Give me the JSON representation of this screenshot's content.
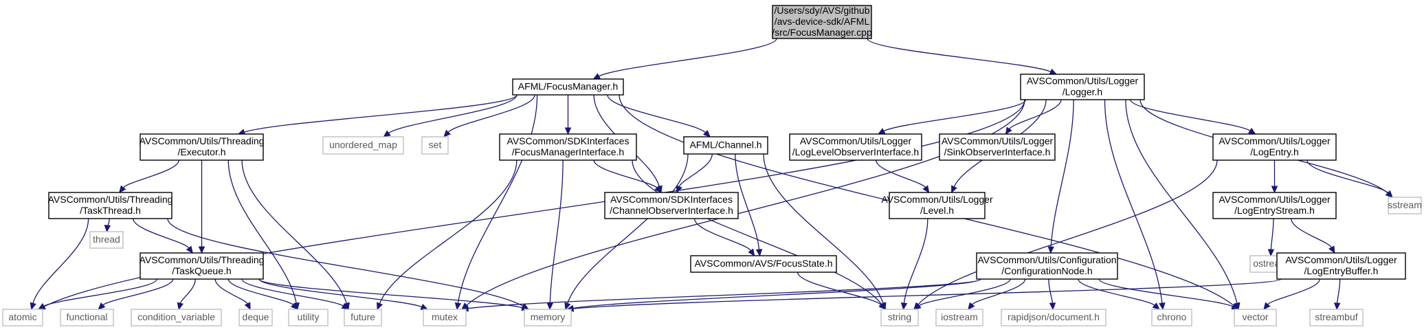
{
  "graph": {
    "colors": {
      "edge": "#191970",
      "node_border": "#000000",
      "external_border": "#bfbfbf",
      "root_fill": "#bfbfbf",
      "background": "#ffffff"
    },
    "nodes": [
      {
        "id": "root",
        "kind": "root",
        "lines": [
          "/Users/sdy/AVS/github",
          "/avs-device-sdk/AFML",
          "/src/FocusManager.cpp"
        ]
      },
      {
        "id": "focusmanager_h",
        "kind": "main",
        "lines": [
          "AFML/FocusManager.h"
        ]
      },
      {
        "id": "logger_h",
        "kind": "main",
        "lines": [
          "AVSCommon/Utils/Logger",
          "/Logger.h"
        ]
      },
      {
        "id": "executor_h",
        "kind": "main",
        "lines": [
          "AVSCommon/Utils/Threading",
          "/Executor.h"
        ]
      },
      {
        "id": "unordered_map",
        "kind": "ext",
        "lines": [
          "unordered_map"
        ]
      },
      {
        "id": "set",
        "kind": "ext",
        "lines": [
          "set"
        ]
      },
      {
        "id": "fmi_h",
        "kind": "main",
        "lines": [
          "AVSCommon/SDKInterfaces",
          "/FocusManagerInterface.h"
        ]
      },
      {
        "id": "channel_h",
        "kind": "main",
        "lines": [
          "AFML/Channel.h"
        ]
      },
      {
        "id": "llo_h",
        "kind": "main",
        "lines": [
          "AVSCommon/Utils/Logger",
          "/LogLevelObserverInterface.h"
        ]
      },
      {
        "id": "soi_h",
        "kind": "main",
        "lines": [
          "AVSCommon/Utils/Logger",
          "/SinkObserverInterface.h"
        ]
      },
      {
        "id": "logentry_h",
        "kind": "main",
        "lines": [
          "AVSCommon/Utils/Logger",
          "/LogEntry.h"
        ]
      },
      {
        "id": "tasktread_h",
        "kind": "main",
        "lines": [
          "AVSCommon/Utils/Threading",
          "/TaskThread.h"
        ]
      },
      {
        "id": "coi_h",
        "kind": "main",
        "lines": [
          "AVSCommon/SDKInterfaces",
          "/ChannelObserverInterface.h"
        ]
      },
      {
        "id": "level_h",
        "kind": "main",
        "lines": [
          "AVSCommon/Utils/Logger",
          "/Level.h"
        ]
      },
      {
        "id": "les_h",
        "kind": "main",
        "lines": [
          "AVSCommon/Utils/Logger",
          "/LogEntryStream.h"
        ]
      },
      {
        "id": "sstream",
        "kind": "ext",
        "lines": [
          "sstream"
        ]
      },
      {
        "id": "thread",
        "kind": "ext",
        "lines": [
          "thread"
        ]
      },
      {
        "id": "taskqueue_h",
        "kind": "main",
        "lines": [
          "AVSCommon/Utils/Threading",
          "/TaskQueue.h"
        ]
      },
      {
        "id": "focusstate_h",
        "kind": "main",
        "lines": [
          "AVSCommon/AVS/FocusState.h"
        ]
      },
      {
        "id": "confignode_h",
        "kind": "main",
        "lines": [
          "AVSCommon/Utils/Configuration",
          "/ConfigurationNode.h"
        ]
      },
      {
        "id": "ostream",
        "kind": "ext",
        "lines": [
          "ostream"
        ]
      },
      {
        "id": "leb_h",
        "kind": "main",
        "lines": [
          "AVSCommon/Utils/Logger",
          "/LogEntryBuffer.h"
        ]
      },
      {
        "id": "atomic",
        "kind": "ext",
        "lines": [
          "atomic"
        ]
      },
      {
        "id": "functional",
        "kind": "ext",
        "lines": [
          "functional"
        ]
      },
      {
        "id": "condition_variable",
        "kind": "ext",
        "lines": [
          "condition_variable"
        ]
      },
      {
        "id": "deque",
        "kind": "ext",
        "lines": [
          "deque"
        ]
      },
      {
        "id": "utility",
        "kind": "ext",
        "lines": [
          "utility"
        ]
      },
      {
        "id": "future",
        "kind": "ext",
        "lines": [
          "future"
        ]
      },
      {
        "id": "mutex",
        "kind": "ext",
        "lines": [
          "mutex"
        ]
      },
      {
        "id": "memory",
        "kind": "ext",
        "lines": [
          "memory"
        ]
      },
      {
        "id": "string",
        "kind": "ext",
        "lines": [
          "string"
        ]
      },
      {
        "id": "iostream",
        "kind": "ext",
        "lines": [
          "iostream"
        ]
      },
      {
        "id": "rapidjson",
        "kind": "ext",
        "lines": [
          "rapidjson/document.h"
        ]
      },
      {
        "id": "chrono",
        "kind": "ext",
        "lines": [
          "chrono"
        ]
      },
      {
        "id": "vector",
        "kind": "ext",
        "lines": [
          "vector"
        ]
      },
      {
        "id": "streambuf",
        "kind": "ext",
        "lines": [
          "streambuf"
        ]
      }
    ],
    "edges": [
      [
        "root",
        "focusmanager_h"
      ],
      [
        "root",
        "logger_h"
      ],
      [
        "focusmanager_h",
        "executor_h"
      ],
      [
        "focusmanager_h",
        "unordered_map"
      ],
      [
        "focusmanager_h",
        "set"
      ],
      [
        "focusmanager_h",
        "fmi_h"
      ],
      [
        "focusmanager_h",
        "channel_h"
      ],
      [
        "focusmanager_h",
        "coi_h"
      ],
      [
        "focusmanager_h",
        "mutex"
      ],
      [
        "focusmanager_h",
        "vector"
      ],
      [
        "logger_h",
        "atomic"
      ],
      [
        "logger_h",
        "mutex"
      ],
      [
        "logger_h",
        "llo_h"
      ],
      [
        "logger_h",
        "soi_h"
      ],
      [
        "logger_h",
        "logentry_h"
      ],
      [
        "logger_h",
        "level_h"
      ],
      [
        "logger_h",
        "confignode_h"
      ],
      [
        "logger_h",
        "chrono"
      ],
      [
        "logger_h",
        "sstream"
      ],
      [
        "logger_h",
        "vector"
      ],
      [
        "executor_h",
        "tasktread_h"
      ],
      [
        "executor_h",
        "taskqueue_h"
      ],
      [
        "executor_h",
        "utility"
      ],
      [
        "executor_h",
        "future"
      ],
      [
        "fmi_h",
        "coi_h"
      ],
      [
        "fmi_h",
        "memory"
      ],
      [
        "fmi_h",
        "future"
      ],
      [
        "fmi_h",
        "string"
      ],
      [
        "channel_h",
        "coi_h"
      ],
      [
        "channel_h",
        "focusstate_h"
      ],
      [
        "channel_h",
        "memory"
      ],
      [
        "channel_h",
        "string"
      ],
      [
        "llo_h",
        "level_h"
      ],
      [
        "logentry_h",
        "string"
      ],
      [
        "logentry_h",
        "sstream"
      ],
      [
        "logentry_h",
        "les_h"
      ],
      [
        "tasktread_h",
        "atomic"
      ],
      [
        "tasktread_h",
        "thread"
      ],
      [
        "tasktread_h",
        "taskqueue_h"
      ],
      [
        "tasktread_h",
        "memory"
      ],
      [
        "coi_h",
        "focusstate_h"
      ],
      [
        "level_h",
        "string"
      ],
      [
        "les_h",
        "ostream"
      ],
      [
        "les_h",
        "leb_h"
      ],
      [
        "taskqueue_h",
        "atomic"
      ],
      [
        "taskqueue_h",
        "functional"
      ],
      [
        "taskqueue_h",
        "condition_variable"
      ],
      [
        "taskqueue_h",
        "deque"
      ],
      [
        "taskqueue_h",
        "utility"
      ],
      [
        "taskqueue_h",
        "future"
      ],
      [
        "taskqueue_h",
        "mutex"
      ],
      [
        "taskqueue_h",
        "memory"
      ],
      [
        "focusstate_h",
        "string"
      ],
      [
        "confignode_h",
        "mutex"
      ],
      [
        "confignode_h",
        "memory"
      ],
      [
        "confignode_h",
        "string"
      ],
      [
        "confignode_h",
        "iostream"
      ],
      [
        "confignode_h",
        "rapidjson"
      ],
      [
        "confignode_h",
        "chrono"
      ],
      [
        "confignode_h",
        "vector"
      ],
      [
        "leb_h",
        "memory"
      ],
      [
        "leb_h",
        "vector"
      ],
      [
        "leb_h",
        "streambuf"
      ]
    ]
  }
}
